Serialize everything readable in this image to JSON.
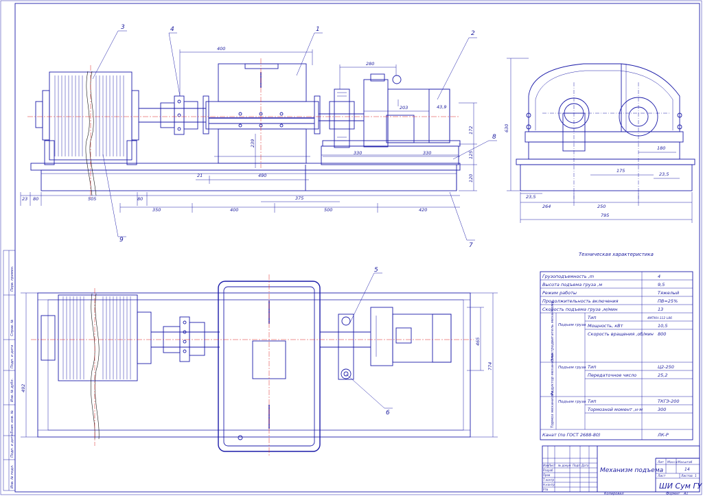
{
  "drawing": {
    "title": "Механизм подъема",
    "organization": "ШИ Сум ГУ",
    "sheet_code": "14",
    "copied_label": "Копировал",
    "format_label": "Формат",
    "format_value": "А1"
  },
  "callouts": [
    "1",
    "2",
    "3",
    "4",
    "5",
    "6",
    "7",
    "8",
    "9"
  ],
  "dimensions": {
    "front": {
      "d400_top": "400",
      "d280": "280",
      "d203": "203",
      "d439": "43,9",
      "d172": "172",
      "d125": "125",
      "d120": "120",
      "d239": "239",
      "d330a": "330",
      "d330b": "330",
      "d21": "21",
      "d490": "490",
      "d23": "23",
      "d80a": "80",
      "d505": "505",
      "d80b": "80",
      "d375": "375",
      "d350": "350",
      "d400": "400",
      "d500": "500",
      "d420": "420"
    },
    "side": {
      "d630": "630",
      "d180": "180",
      "d175": "175",
      "d235a": "23,5",
      "d235b": "23,5",
      "d264": "264",
      "d250": "250",
      "d795": "795"
    },
    "plan": {
      "d465": "465",
      "d774": "774",
      "d492": "492"
    }
  },
  "specs": {
    "heading": "Техническая характеристика",
    "rows": [
      {
        "label": "Грузоподъемность ,m",
        "value": "4"
      },
      {
        "label": "Высота подъема груза ,м",
        "value": "9,5"
      },
      {
        "label": "Режим работы",
        "value": "Тяжелый"
      },
      {
        "label": "Продолжительность включения",
        "value": "ПВ=25%"
      },
      {
        "label": "Скорость подъема груза ,м/мин",
        "value": "13"
      }
    ],
    "groups": [
      {
        "group": "Электродвигатель механизма",
        "sub": "Подъем груза",
        "rows": [
          {
            "label": "Тип",
            "value": "4МТКН-112 L86"
          },
          {
            "label": "Мощность, кВт",
            "value": "10,5"
          },
          {
            "label": "Скорость вращения ,об/мин",
            "value": "800"
          }
        ]
      },
      {
        "group": "Редуктор механизма",
        "sub": "Подъем груза",
        "rows": [
          {
            "label": "Тип",
            "value": "Ц2-250"
          },
          {
            "label": "Передаточное число",
            "value": "25,2"
          }
        ]
      },
      {
        "group": "Тормоз механизма",
        "sub": "Подъем груза",
        "rows": [
          {
            "label": "Тип",
            "value": "ТКГЭ-200"
          },
          {
            "label": "Тормозной момент ,н·м",
            "value": "300"
          }
        ]
      }
    ],
    "rope_label": "Канат (по ГОСТ 2688-80)",
    "rope_value": "ЛК-Р"
  },
  "title_block": {
    "lit_label": "Лит",
    "mass_label": "Масса",
    "scale_label": "Масштаб",
    "sheet_label": "Лист",
    "sheets_label": "Листов",
    "sheets_value": "1",
    "rows": [
      "Изм",
      "Лист",
      "№ докум",
      "Подп",
      "Дата"
    ],
    "roles": [
      "Разраб",
      "Пров",
      "Т.контр",
      "Н.контр",
      "Утв"
    ]
  },
  "margin_stamp": [
    "Перв. примен.",
    "Справ. №",
    "Подп. и дата",
    "Инв. № дубл.",
    "Взам. инв. №",
    "Подп. и дата",
    "Инв. № подл."
  ]
}
